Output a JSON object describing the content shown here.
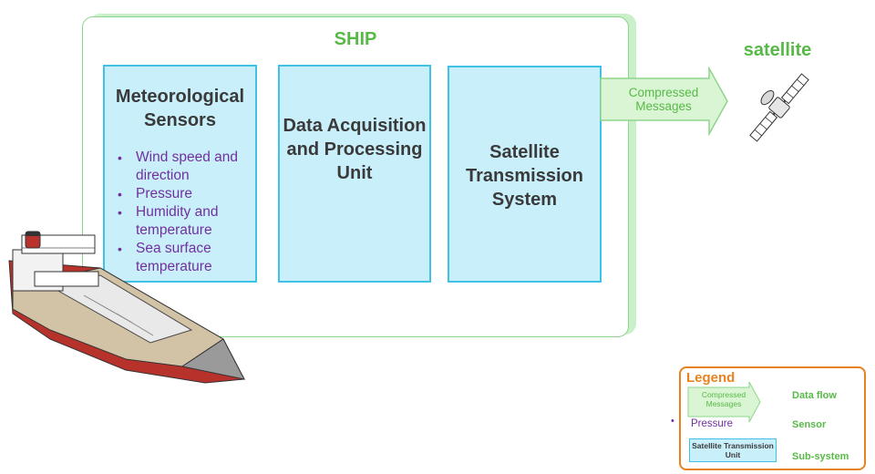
{
  "diagram": {
    "ship_label": "SHIP",
    "subsystems": {
      "meteorological": {
        "title": "Meteorological Sensors",
        "sensors": [
          "Wind speed and direction",
          "Pressure",
          "Humidity and temperature",
          "Sea surface temperature"
        ]
      },
      "data_acquisition": {
        "title": "Data Acquisition and Processing Unit"
      },
      "satellite_transmission": {
        "title": "Satellite Transmission System"
      }
    },
    "flow_label": "Compressed Messages",
    "satellite_label": "satellite"
  },
  "legend": {
    "title": "Legend",
    "data_flow_example": "Compressed Messages",
    "data_flow_label": "Data flow",
    "sensor_example": "Pressure",
    "sensor_label": "Sensor",
    "subsystem_example": "Satellite Transmission Unit",
    "subsystem_label": "Sub-system"
  },
  "colors": {
    "ship_frame": "#8fd58f",
    "green_text": "#58b948",
    "subsystem_fill": "#c9effb",
    "subsystem_border": "#3fc2e6",
    "sensor_text": "#7030a0",
    "legend_border": "#e8821e",
    "arrow_fill": "#d9f5d3"
  },
  "icons": {
    "ship": "cargo-ship-icon",
    "satellite": "satellite-icon",
    "arrow": "data-flow-arrow-icon"
  }
}
